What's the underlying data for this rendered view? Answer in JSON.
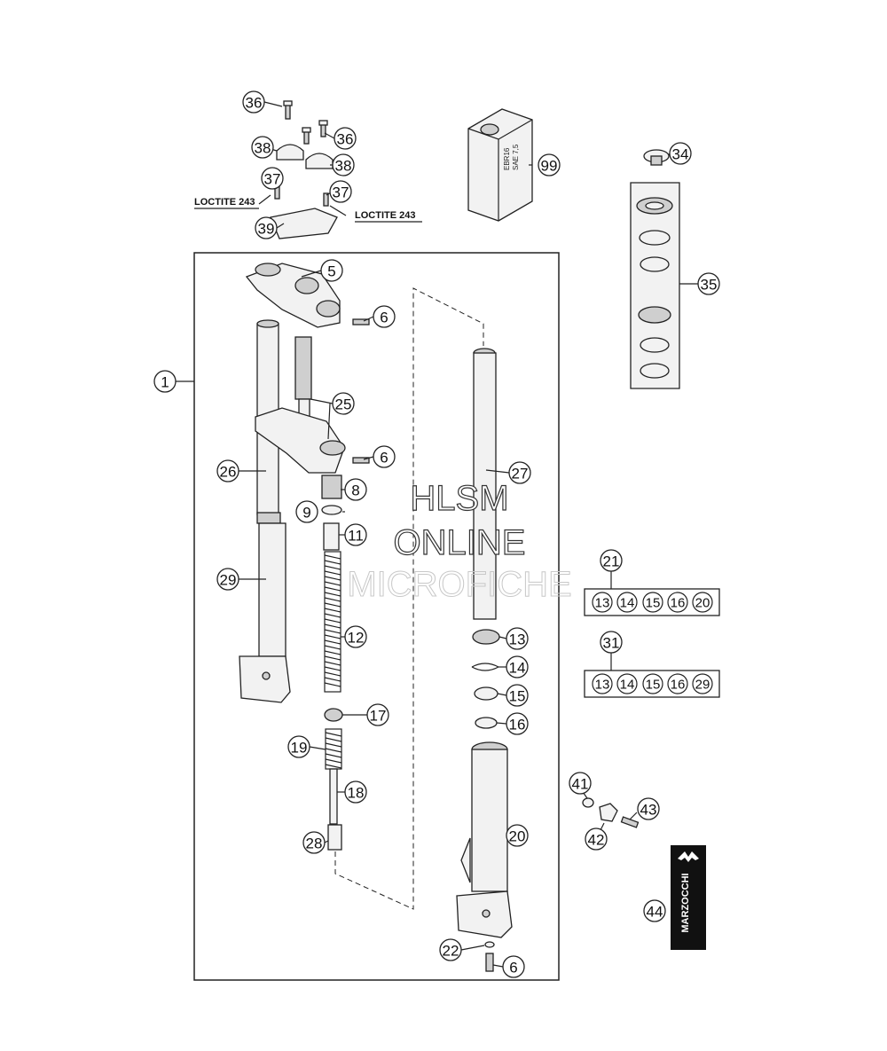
{
  "callouts": {
    "c1": "1",
    "c5": "5",
    "c6a": "6",
    "c6b": "6",
    "c6c": "6",
    "c8": "8",
    "c9": "9",
    "c11": "11",
    "c12": "12",
    "c17": "17",
    "c18": "18",
    "c19": "19",
    "c20": "20",
    "c21": "21",
    "c22": "22",
    "c25": "25",
    "c26": "26",
    "c27": "27",
    "c28": "28",
    "c29": "29",
    "c31": "31",
    "c34": "34",
    "c35": "35",
    "c36a": "36",
    "c36b": "36",
    "c37a": "37",
    "c37b": "37",
    "c38a": "38",
    "c38b": "38",
    "c39": "39",
    "c41": "41",
    "c42": "42",
    "c43": "43",
    "c44": "44",
    "c99": "99",
    "c13": "13",
    "c14": "14",
    "c15": "15",
    "c16": "16"
  },
  "kit21": [
    "13",
    "14",
    "15",
    "16",
    "20"
  ],
  "kit31": [
    "13",
    "14",
    "15",
    "16",
    "29"
  ],
  "loctite_left": "LOCTITE 243",
  "loctite_right": "LOCTITE 243",
  "oil_can_text": [
    "EBR16",
    "SAE 7,5"
  ],
  "brand_name": "MARZOCCHI",
  "watermark": {
    "line1": "HLSM",
    "line2": "ONLINE",
    "line3": "MICROFICHE"
  }
}
